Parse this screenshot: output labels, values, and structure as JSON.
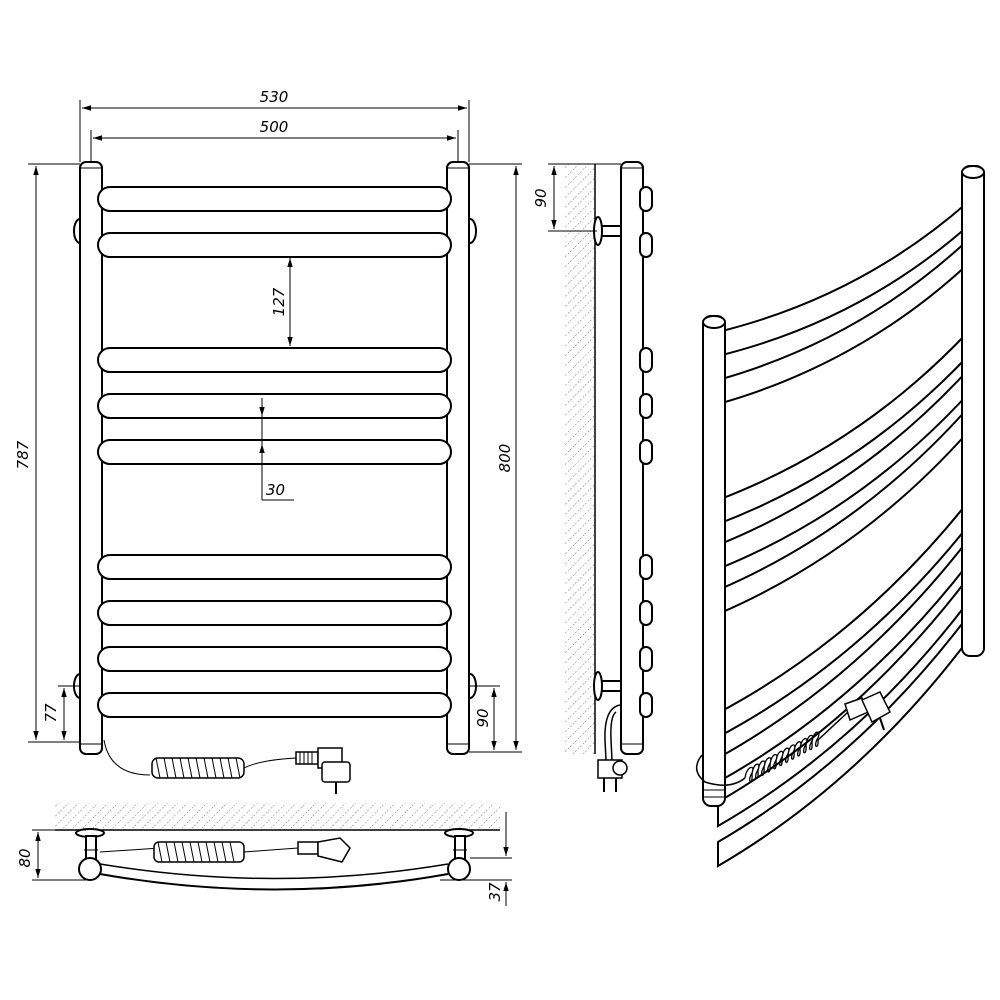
{
  "dimensions": {
    "outer_width": "530",
    "center_width": "500",
    "total_height": "787",
    "height_800": "800",
    "rung_spacing": "127",
    "rung_gap": "30",
    "bottom_offset": "77",
    "bottom_mount": "90",
    "side_mount_top": "90",
    "depth": "80",
    "bow": "37"
  }
}
